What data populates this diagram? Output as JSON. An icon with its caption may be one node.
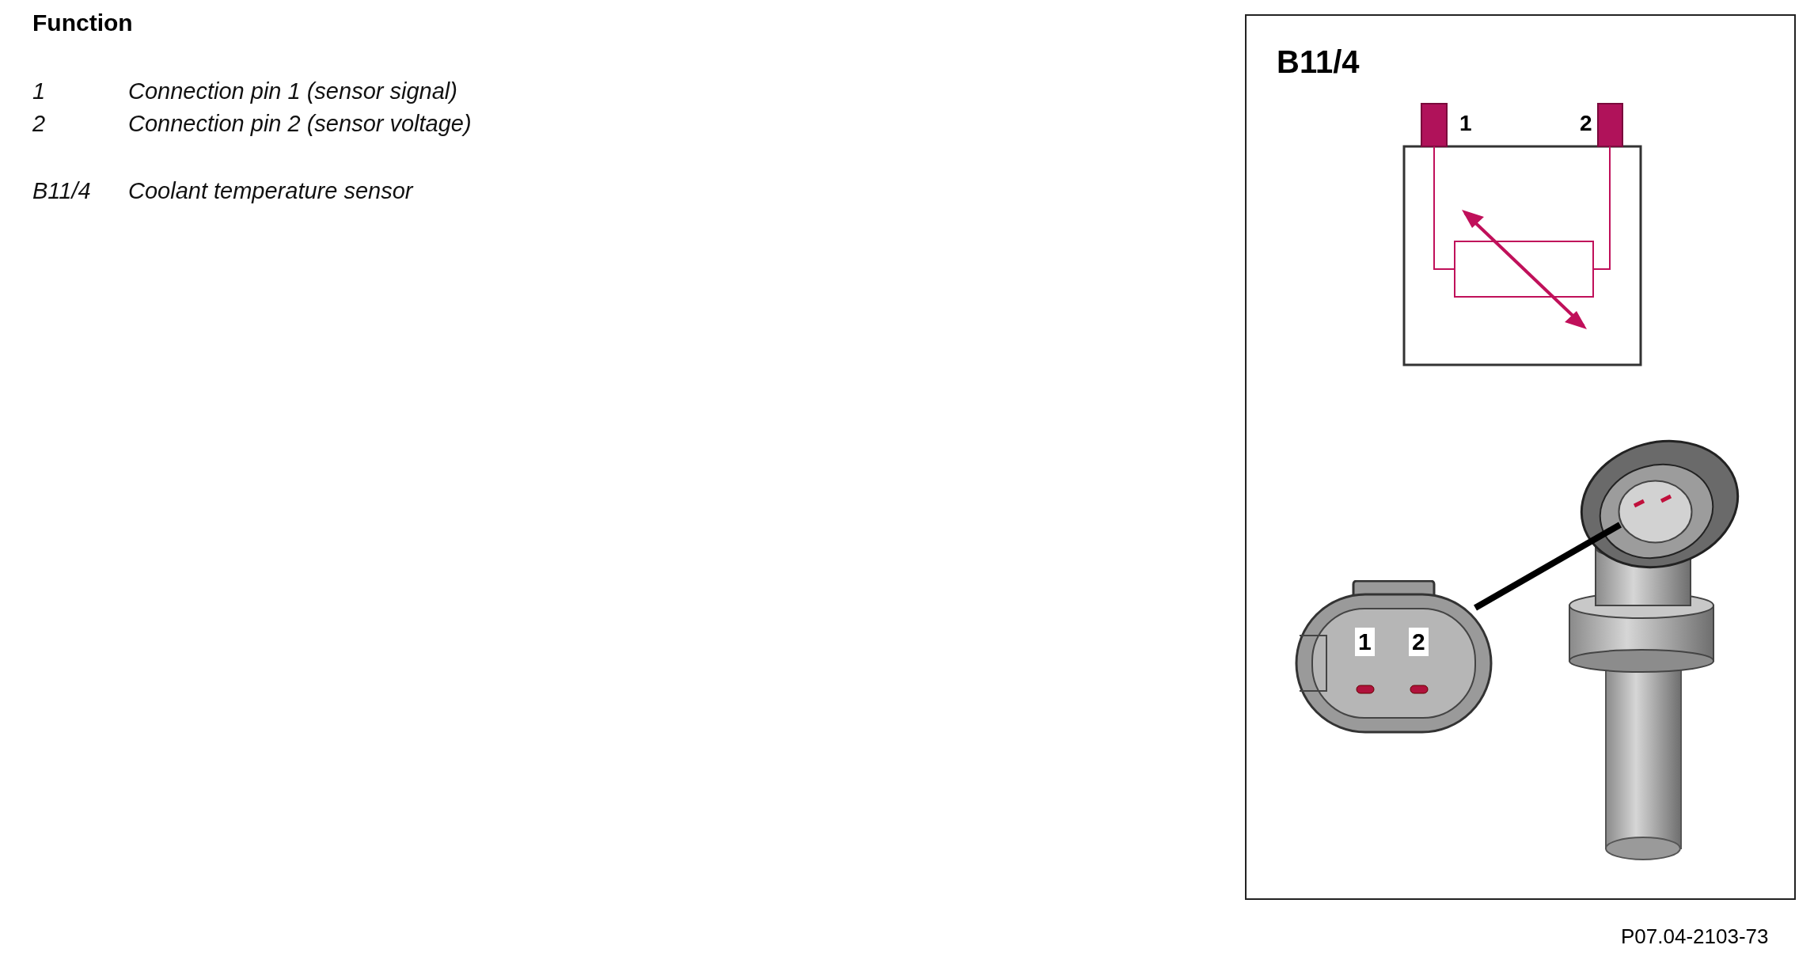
{
  "diagram": {
    "title": "Function",
    "caption": "P07.04-2103-73",
    "nodes": [
      {
        "text": [
          "B11/4"
        ]
      },
      {
        "text": [
          "1",
          "2"
        ],
        "in": 0
      },
      {
        "text": [],
        "shape": "picture",
        "in": 0
      }
    ],
    "edges": [
      {
        "from": 1,
        "to": 2,
        "arrow": "none"
      }
    ],
    "labels": [
      "1",
      "Connection pin 1 (sensor signal)",
      "2",
      "Connection pin 2 (sensor voltage)",
      "B11/4",
      "Coolant temperature sensor",
      "1",
      "2"
    ]
  }
}
